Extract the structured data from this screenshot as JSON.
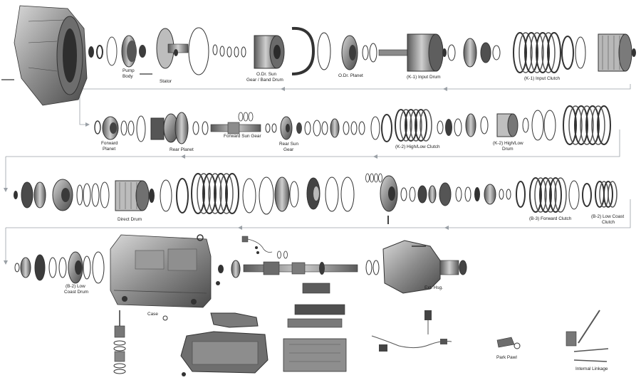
{
  "diagram": {
    "labels": {
      "pump_body_1": "Pump",
      "pump_body_2": "Body",
      "stator": "Stator",
      "odr_sun_1": "O.Dr. Sun",
      "odr_sun_2": "Gear / Band Drum",
      "odr_planet": "O.Dr. Planet",
      "k1_input_drum": "(K-1) Input Drum",
      "k1_input_clutch": "(K-1) Input Clutch",
      "forward_planet_1": "Forward",
      "forward_planet_2": "Planet",
      "rear_planet": "Rear Planet",
      "forward_sun_gear": "Forward Sun Gear",
      "rear_sun_1": "Rear Sun",
      "rear_sun_2": "Gear",
      "k2_clutch": "(K-2) High/Low Clutch",
      "k2_drum_1": "(K-2) High/Low",
      "k2_drum_2": "Drum",
      "direct_drum": "Direct Drum",
      "b3_forward_clutch": "(B-3) Forward Clutch",
      "b2_low_coast_clutch_1": "(B-2) Low Coast",
      "b2_low_coast_clutch_2": "Clutch",
      "b2_low_coast_drum_1": "(B-2) Low",
      "b2_low_coast_drum_2": "Coast Drum",
      "case": "Case",
      "ext_hsg": "Ext. Hsg.",
      "park_pawl": "Park Pawl",
      "internal_linkage": "Internal Linkage"
    }
  }
}
